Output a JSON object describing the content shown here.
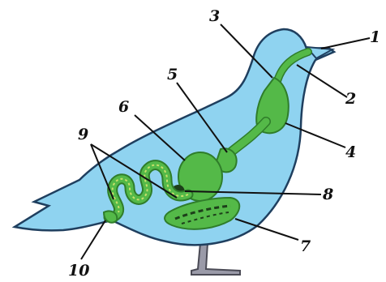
{
  "colors": {
    "body_fill": "#8fd3f0",
    "outline": "#1f3f5f",
    "organ_fill": "#54b948",
    "organ_dark": "#2f7d2a",
    "organ_stripe": "#c8e06a",
    "feet": "#9a9aa8",
    "label": "#111111"
  },
  "labels": [
    "1",
    "2",
    "3",
    "4",
    "5",
    "6",
    "7",
    "8",
    "9",
    "10"
  ]
}
